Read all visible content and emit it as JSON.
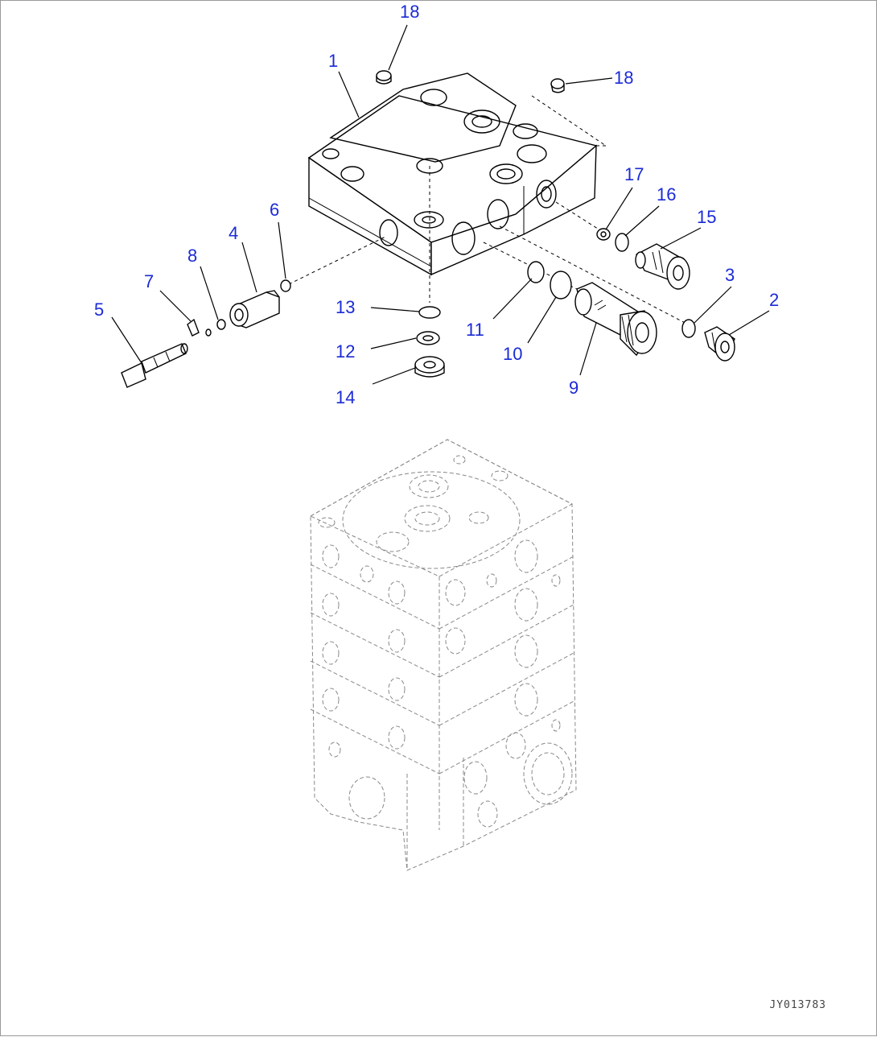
{
  "callouts": [
    {
      "num": "1"
    },
    {
      "num": "2"
    },
    {
      "num": "3"
    },
    {
      "num": "4"
    },
    {
      "num": "5"
    },
    {
      "num": "6"
    },
    {
      "num": "7"
    },
    {
      "num": "8"
    },
    {
      "num": "9"
    },
    {
      "num": "10"
    },
    {
      "num": "11"
    },
    {
      "num": "12"
    },
    {
      "num": "13"
    },
    {
      "num": "14"
    },
    {
      "num": "15"
    },
    {
      "num": "16"
    },
    {
      "num": "17"
    },
    {
      "num": "18"
    },
    {
      "num": "18"
    }
  ],
  "ref_code": "JY013783",
  "colors": {
    "callout": "#1b2bd6",
    "line": "#000000",
    "ghost": "#888888"
  }
}
